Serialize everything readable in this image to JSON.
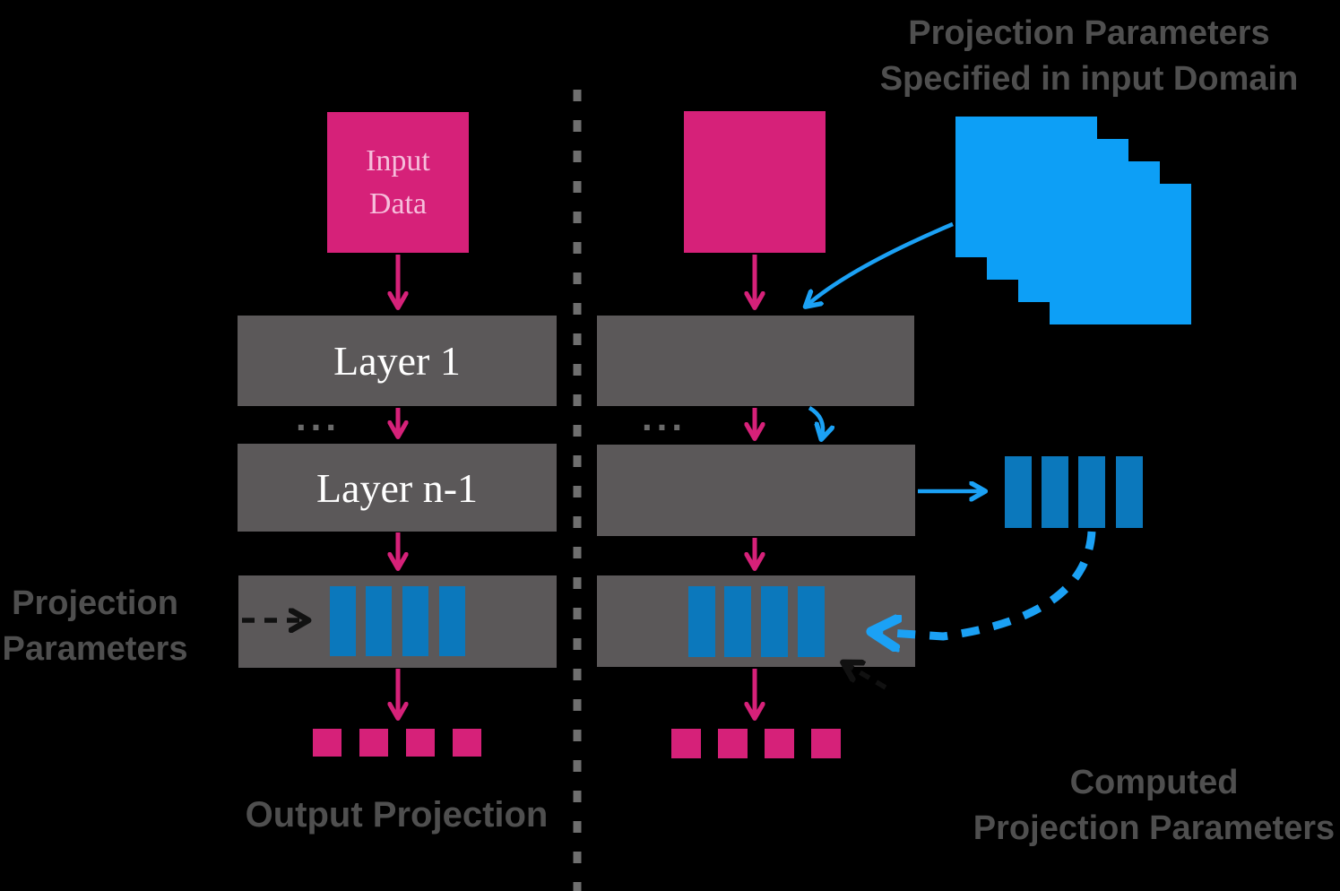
{
  "header": {
    "title": "Projection Parameters\nSpecified in input Domain"
  },
  "left_panel": {
    "input_box_label": "Input\nData",
    "layer1_label": "Layer 1",
    "ellipsis": "...",
    "layer_n1_label": "Layer n-1",
    "projection_params_label": "Projection\nParameters",
    "output_label": "Output Projection"
  },
  "right_panel": {
    "ellipsis": "...",
    "computed_label": "Computed\nProjection Parameters"
  },
  "colors": {
    "magenta": "#d62179",
    "gray_box": "#5b5859",
    "steel_blue_bar": "#0b78bc",
    "bright_blue": "#1ba1f5",
    "gray_text": "#4f4f4f",
    "divider_gray": "#6f6f6f",
    "black_arrow": "#111111",
    "input_text_pink": "#f6bedb"
  }
}
